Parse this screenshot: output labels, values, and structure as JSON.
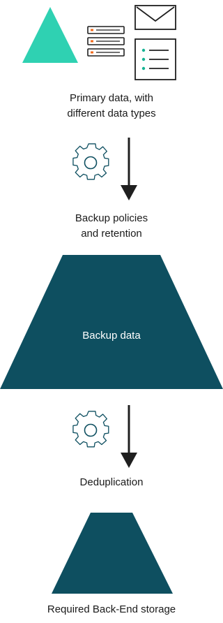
{
  "colors": {
    "teal": "#2fd1b2",
    "dark_teal": "#0e4f60",
    "ink": "#1f1f1f",
    "server_accent": "#f26b1d",
    "list_dot": "#17b394"
  },
  "diagram": {
    "primary_label": "Primary data, with\ndifferent data types",
    "policies_label": "Backup policies\nand retention",
    "backup_data_label": "Backup data",
    "dedup_label": "Deduplication",
    "storage_label": "Required Back-End storage"
  },
  "icons": [
    "triangle-shape",
    "server-icon",
    "envelope-icon",
    "list-document-icon",
    "gear-icon",
    "down-arrow-icon",
    "gear-icon",
    "down-arrow-icon"
  ]
}
